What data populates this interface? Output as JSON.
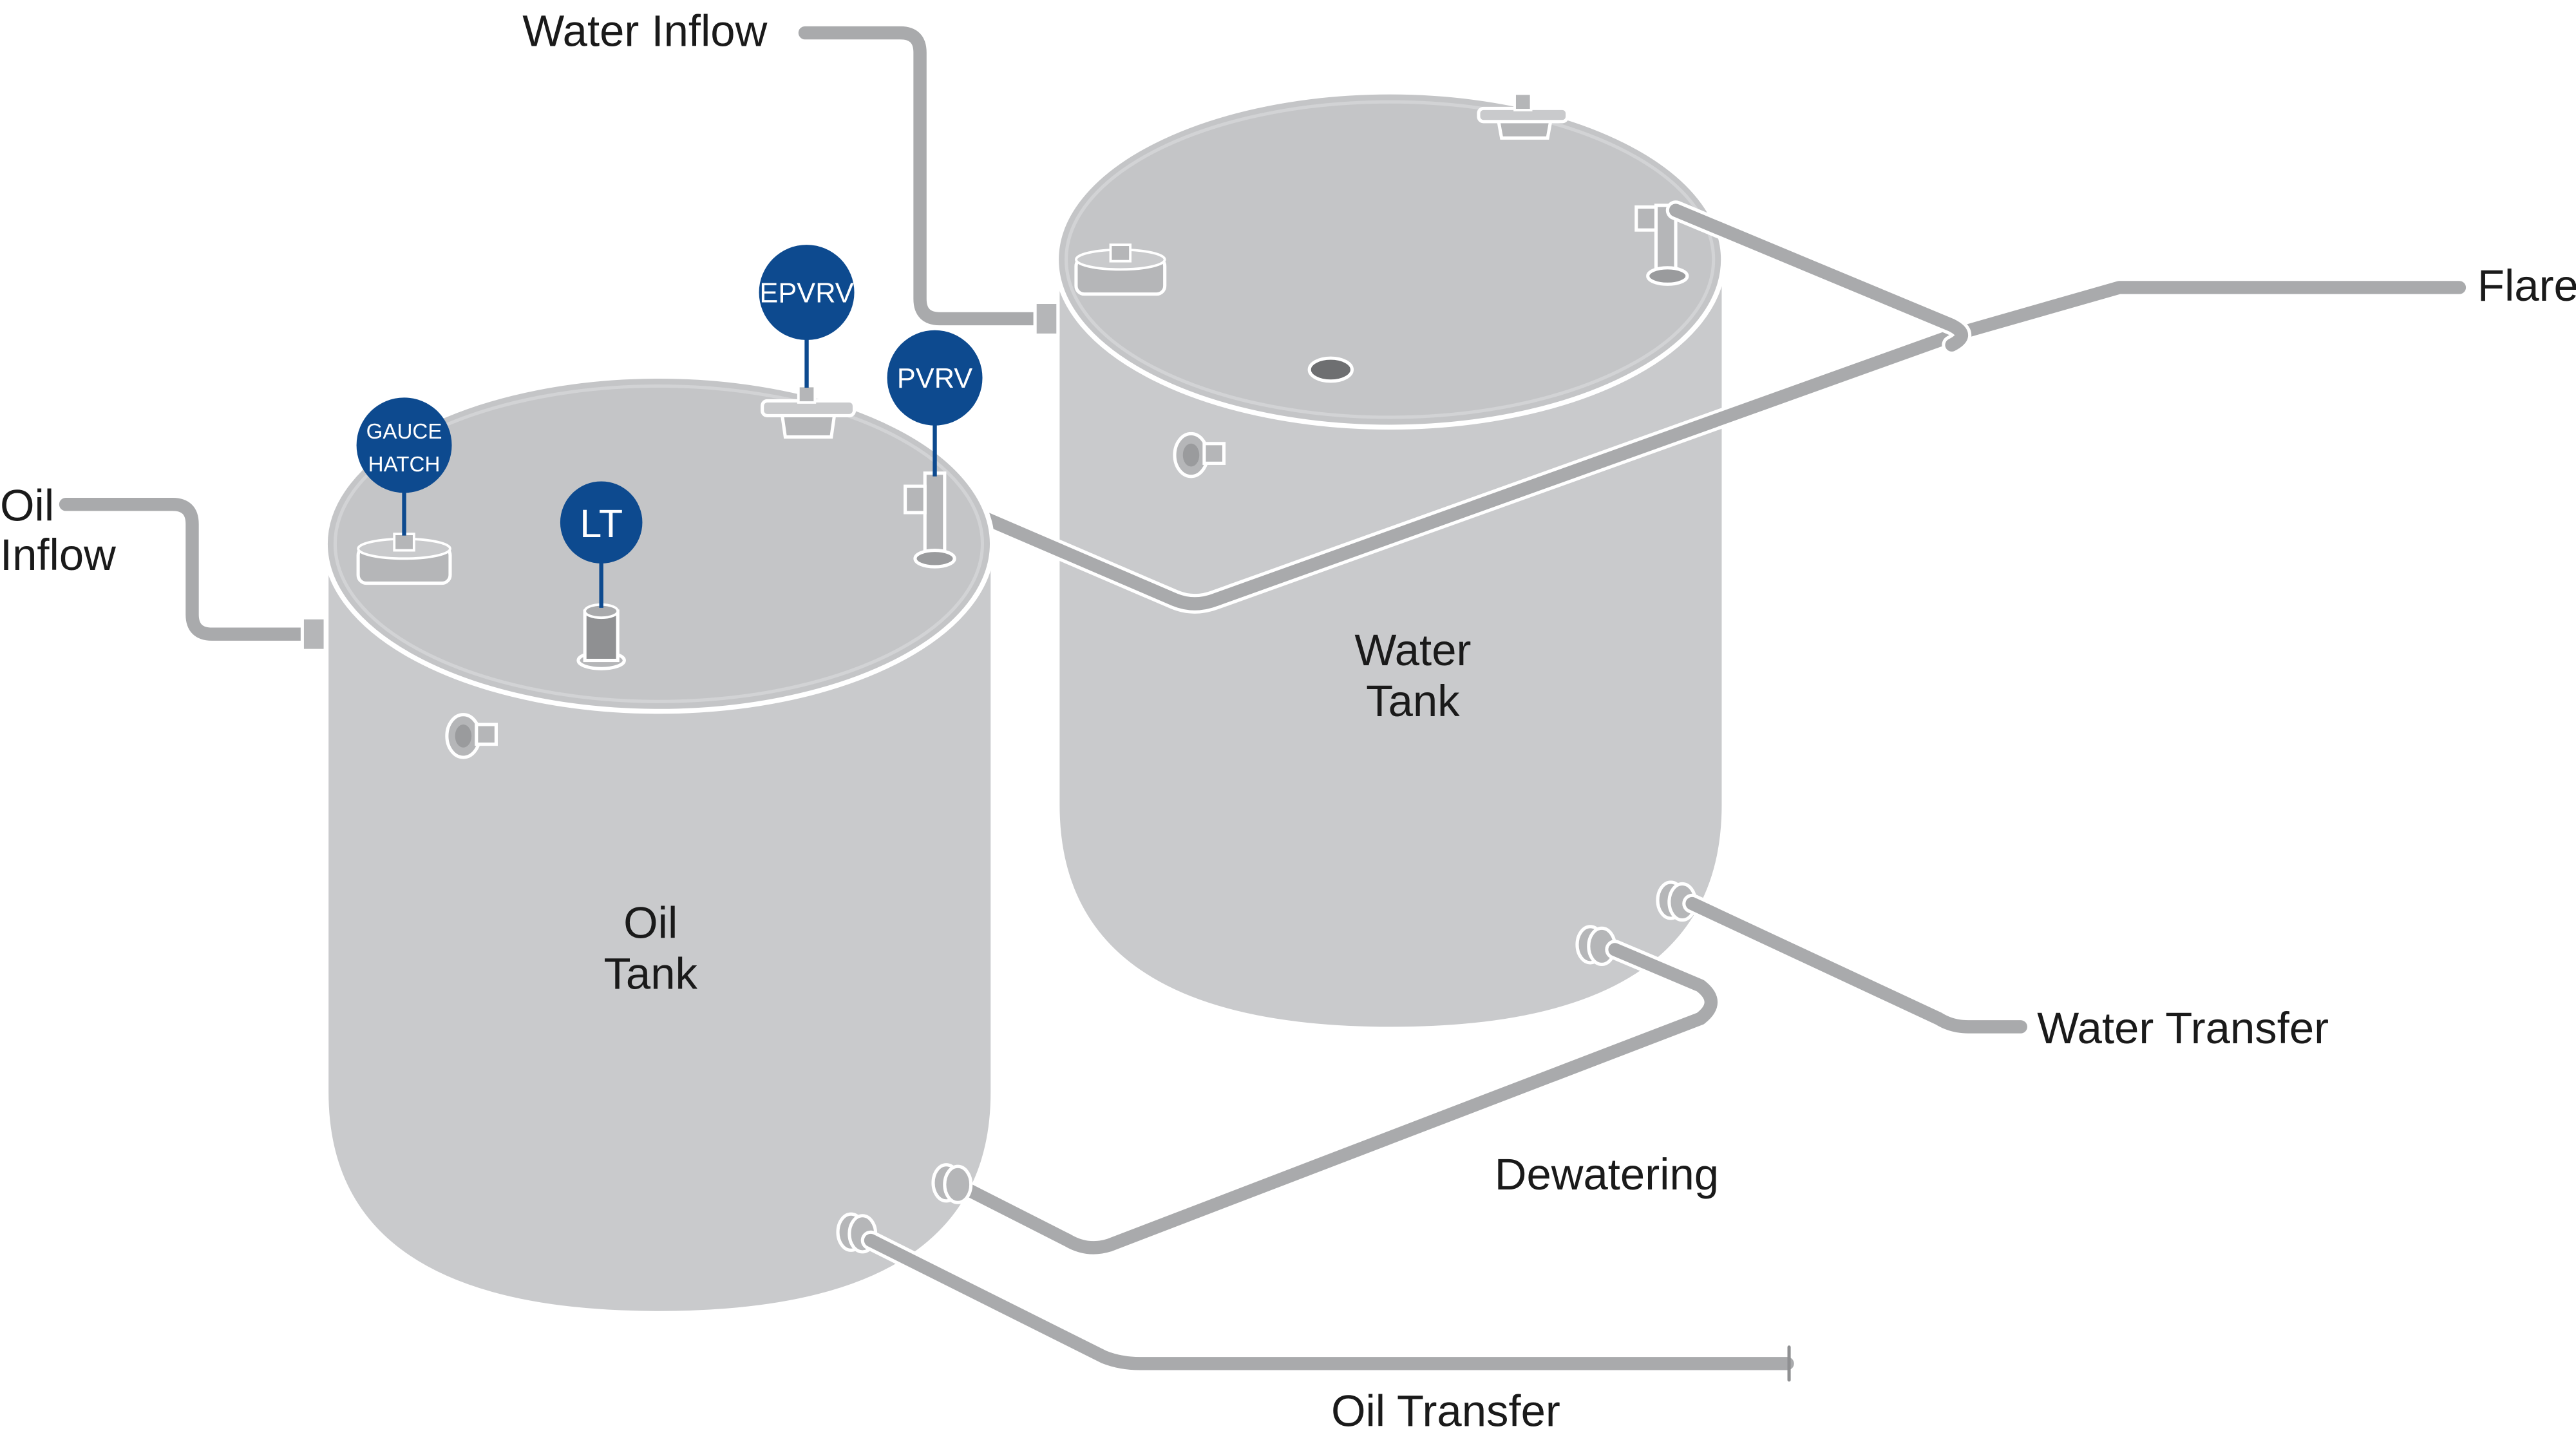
{
  "colors": {
    "tank_body": "#c9cacc",
    "tank_top": "#c4c5c7",
    "pipe": "#a9aaac",
    "pipe_outline": "#ffffff",
    "fitting": "#b5b6b8",
    "tag_fill": "#0d4a8f",
    "tag_text": "#ffffff",
    "label_text": "#1a1a1a"
  },
  "tanks": {
    "oil": {
      "line1": "Oil",
      "line2": "Tank"
    },
    "water": {
      "line1": "Water",
      "line2": "Tank"
    }
  },
  "instrument_tags": {
    "epvrv": "EPVRV",
    "pvrv": "PVRV",
    "gauge_hatch_line1": "GAUCE",
    "gauge_hatch_line2": "HATCH",
    "lt": "LT"
  },
  "flow_labels": {
    "water_inflow": "Water Inflow",
    "oil_inflow_line1": "Oil",
    "oil_inflow_line2": "Inflow",
    "flare": "Flare",
    "water_transfer": "Water Transfer",
    "dewatering": "Dewatering",
    "oil_transfer": "Oil Transfer"
  }
}
